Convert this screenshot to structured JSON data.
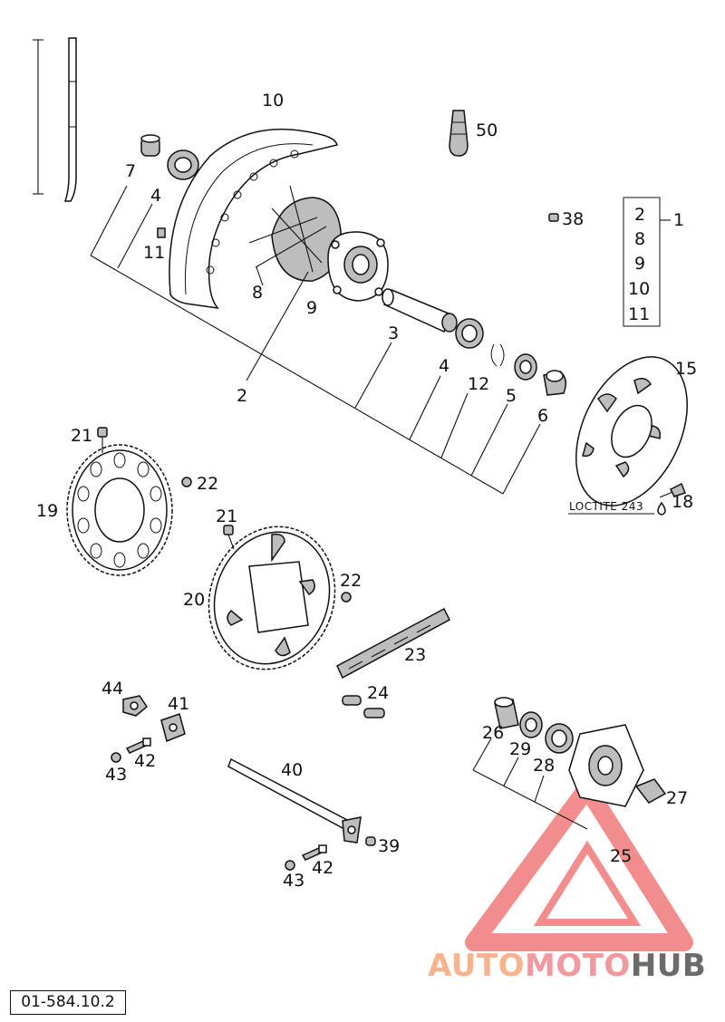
{
  "callouts": {
    "p1": "1",
    "p2": "2",
    "p2b": "2",
    "p3": "3",
    "p4": "4",
    "p4b": "4",
    "p5": "5",
    "p6": "6",
    "p7": "7",
    "p8": "8",
    "p8b": "8",
    "p9": "9",
    "p9b": "9",
    "p10": "10",
    "p10b": "10",
    "p11": "11",
    "p11b": "11",
    "p12": "12",
    "p15": "15",
    "p18": "18",
    "p19": "19",
    "p20": "20",
    "p21": "21",
    "p21b": "21",
    "p22": "22",
    "p22b": "22",
    "p23": "23",
    "p24": "24",
    "p25": "25",
    "p26": "26",
    "p27": "27",
    "p28": "28",
    "p29": "29",
    "p38": "38",
    "p39": "39",
    "p40": "40",
    "p41": "41",
    "p42": "42",
    "p42b": "42",
    "p43": "43",
    "p43b": "43",
    "p44": "44",
    "p50": "50"
  },
  "note_loctite": "LOCTITE 243",
  "drawing_code": "01-584.10.2",
  "watermark": {
    "part1": "AUTO",
    "part2": "MOTO",
    "part3": "HUB",
    "colors": {
      "orange": "#f6b38c",
      "red": "#f09aa0",
      "grey": "#6b6b6b"
    }
  }
}
